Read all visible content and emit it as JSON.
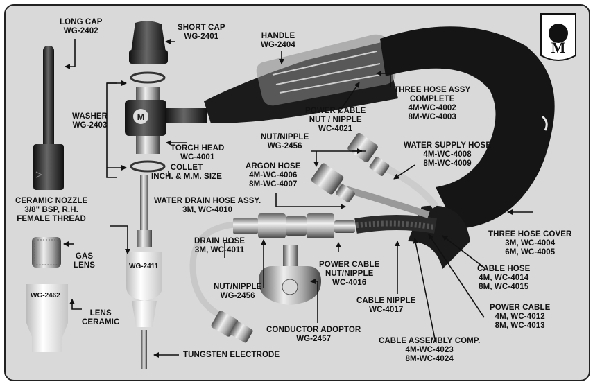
{
  "labels": {
    "long_cap": {
      "l1": "LONG CAP",
      "l2": "WG-2402"
    },
    "short_cap": {
      "l1": "SHORT CAP",
      "l2": "WG-2401"
    },
    "handle": {
      "l1": "HANDLE",
      "l2": "WG-2404"
    },
    "three_hose_assy": {
      "l1": "THREE HOSE ASSY",
      "l2": "COMPLETE",
      "l3": "4M-WC-4002",
      "l4": "8M-WC-4003"
    },
    "power_cable_nut": {
      "l1": "POWER CABLE",
      "l2": "NUT / NIPPLE",
      "l3": "WC-4021"
    },
    "washer": {
      "l1": "WASHER",
      "l2": "WG-2403"
    },
    "torch_head": {
      "l1": "TORCH HEAD",
      "l2": "WC-4001"
    },
    "collet": {
      "l1": "COLLET",
      "l2": "INCH. & M.M. SIZE"
    },
    "nut_nipple_top": {
      "l1": "NUT/NIPPLE",
      "l2": "WG-2456"
    },
    "water_supply_hose": {
      "l1": "WATER SUPPLY HOSE",
      "l2": "4M-WC-4008",
      "l3": "8M-WC-4009"
    },
    "argon_hose": {
      "l1": "ARGON HOSE",
      "l2": "4M-WC-4006",
      "l3": "8M-WC-4007"
    },
    "ceramic_nozzle": {
      "l1": "CERAMIC NOZZLE",
      "l2": "3/8\" BSP, R.H.",
      "l3": "FEMALE THREAD"
    },
    "water_drain_hose": {
      "l1": "WATER DRAIN HOSE ASSY.",
      "l2": "3M, WC-4010"
    },
    "three_hose_cover": {
      "l1": "THREE HOSE COVER",
      "l2": "3M, WC-4004",
      "l3": "6M, WC-4005"
    },
    "drain_hose": {
      "l1": "DRAIN HOSE",
      "l2": "3M, WC-4011"
    },
    "gas_lens": {
      "l1": "GAS",
      "l2": "LENS"
    },
    "power_cable_nut_nipple": {
      "l1": "POWER CABLE",
      "l2": "NUT/NIPPLE",
      "l3": "WC-4016"
    },
    "cable_hose": {
      "l1": "CABLE HOSE",
      "l2": "4M, WC-4014",
      "l3": "8M, WC-4015"
    },
    "nut_nipple_bottom": {
      "l1": "NUT/NIPPLE",
      "l2": "WG-2456"
    },
    "cable_nipple": {
      "l1": "CABLE NIPPLE",
      "l2": "WC-4017"
    },
    "power_cable": {
      "l1": "POWER CABLE",
      "l2": "4M, WC-4012",
      "l3": "8M, WC-4013"
    },
    "lens_ceramic": {
      "l1": "LENS",
      "l2": "CERAMIC"
    },
    "conductor_adaptor": {
      "l1": "CONDUCTOR ADOPTOR",
      "l2": "WG-2457"
    },
    "cable_assembly": {
      "l1": "CABLE ASSEMBLY COMP.",
      "l2": "4M-WC-4023",
      "l3": "8M-WC-4024"
    },
    "tungsten_electrode": {
      "l1": "TUNGSTEN ELECTRODE"
    }
  },
  "part_tags": {
    "collet_body": "WG-2411",
    "lens_body": "WG-2462"
  },
  "logo": {
    "letter": "M"
  },
  "colors": {
    "panel": "#d9d9d9",
    "metal_dark": "#2b2b2b",
    "metal_light": "#bdbdbd",
    "ceramic": "#f2f2f2"
  }
}
